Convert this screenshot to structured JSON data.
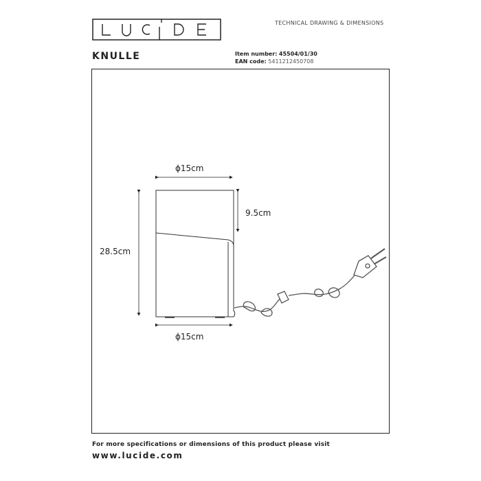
{
  "header": {
    "logo_text": "LUCIDE",
    "document_type": "TECHNICAL DRAWING & DIMENSIONS"
  },
  "product": {
    "name": "KNULLE",
    "item_number_label": "Item number:",
    "item_number": "45504/01/30",
    "ean_label": "EAN code:",
    "ean": "5411212450708"
  },
  "dimensions": {
    "top_diameter": "ϕ15cm",
    "shade_height": "9.5cm",
    "total_height": "28.5cm",
    "base_diameter": "ϕ15cm"
  },
  "footer": {
    "note": "For more specifications or dimensions of this product please visit",
    "website": "www.lucide.com"
  }
}
